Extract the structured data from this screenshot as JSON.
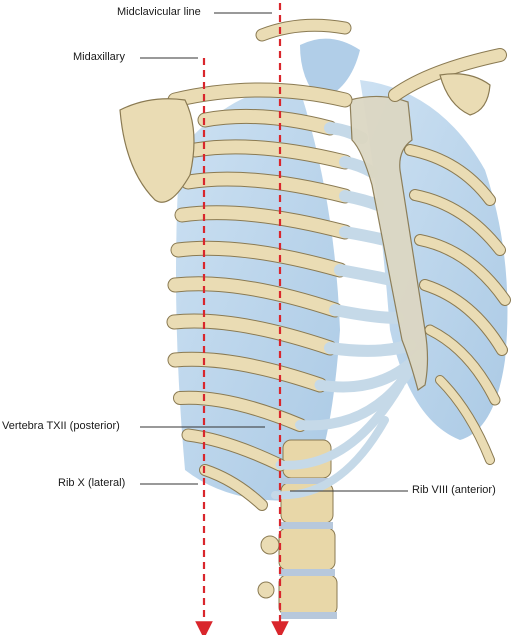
{
  "labels": {
    "midclavicular": "Midclavicular line",
    "midaxillary": "Midaxillary",
    "vertebra": "Vertebra TXII (posterior)",
    "rib_x": "Rib X (lateral)",
    "rib_viii": "Rib VIII (anterior)"
  },
  "colors": {
    "bone": "#eadcb4",
    "bone_stroke": "#8a7a52",
    "cartilage": "#c5d9e8",
    "lung": "#a9cbe6",
    "reference_line": "#d9262c",
    "leader_line": "#333333"
  }
}
